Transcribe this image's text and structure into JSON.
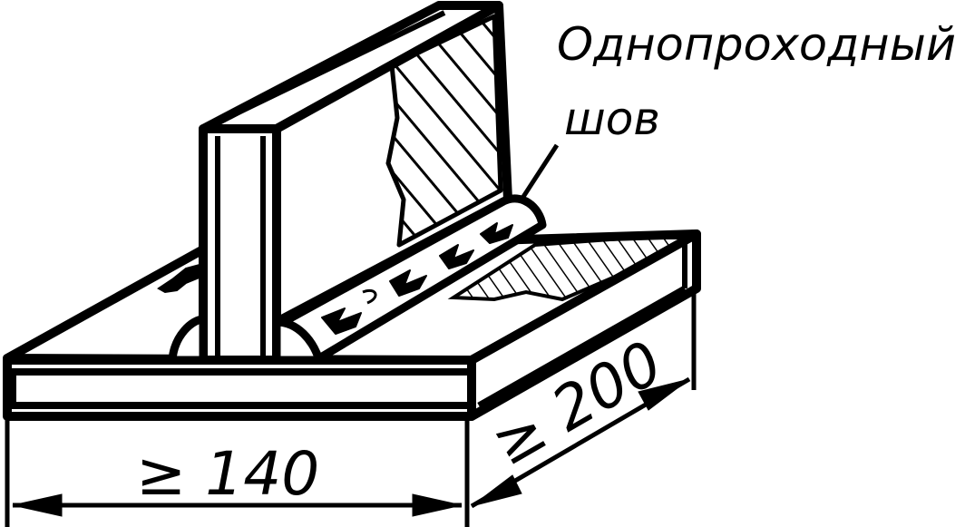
{
  "annotation": {
    "line1": "Однопроходный",
    "line2": "шов"
  },
  "dimensions": {
    "width": "≥ 140",
    "depth": "≥ 200"
  },
  "colors": {
    "ink": "#000000",
    "paper": "#ffffff"
  }
}
